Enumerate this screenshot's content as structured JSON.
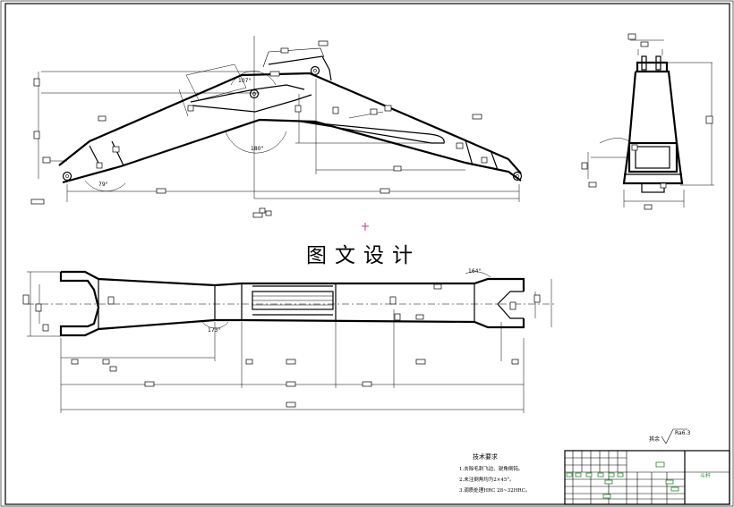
{
  "watermark": {
    "text": "图文设计"
  },
  "angles": {
    "a_107": "107°",
    "a_79": "79°",
    "a_180": "180°",
    "a_164": "164°",
    "a_173": "173°"
  },
  "surface_finish": {
    "label": "其余",
    "value": "Ra6.3"
  },
  "tech_requirements": {
    "title": "技术要求",
    "items": [
      "1.去除毛刺飞边、锐角倒钝。",
      "2.未注倒角均为2×45°。",
      "3.调质处理HRC 28~32HRC。"
    ]
  },
  "title_block": {
    "drawing_name": "斗杆"
  },
  "colors": {
    "line": "#000000",
    "accent": "#1a8a2a",
    "mark": "#d0006f"
  }
}
